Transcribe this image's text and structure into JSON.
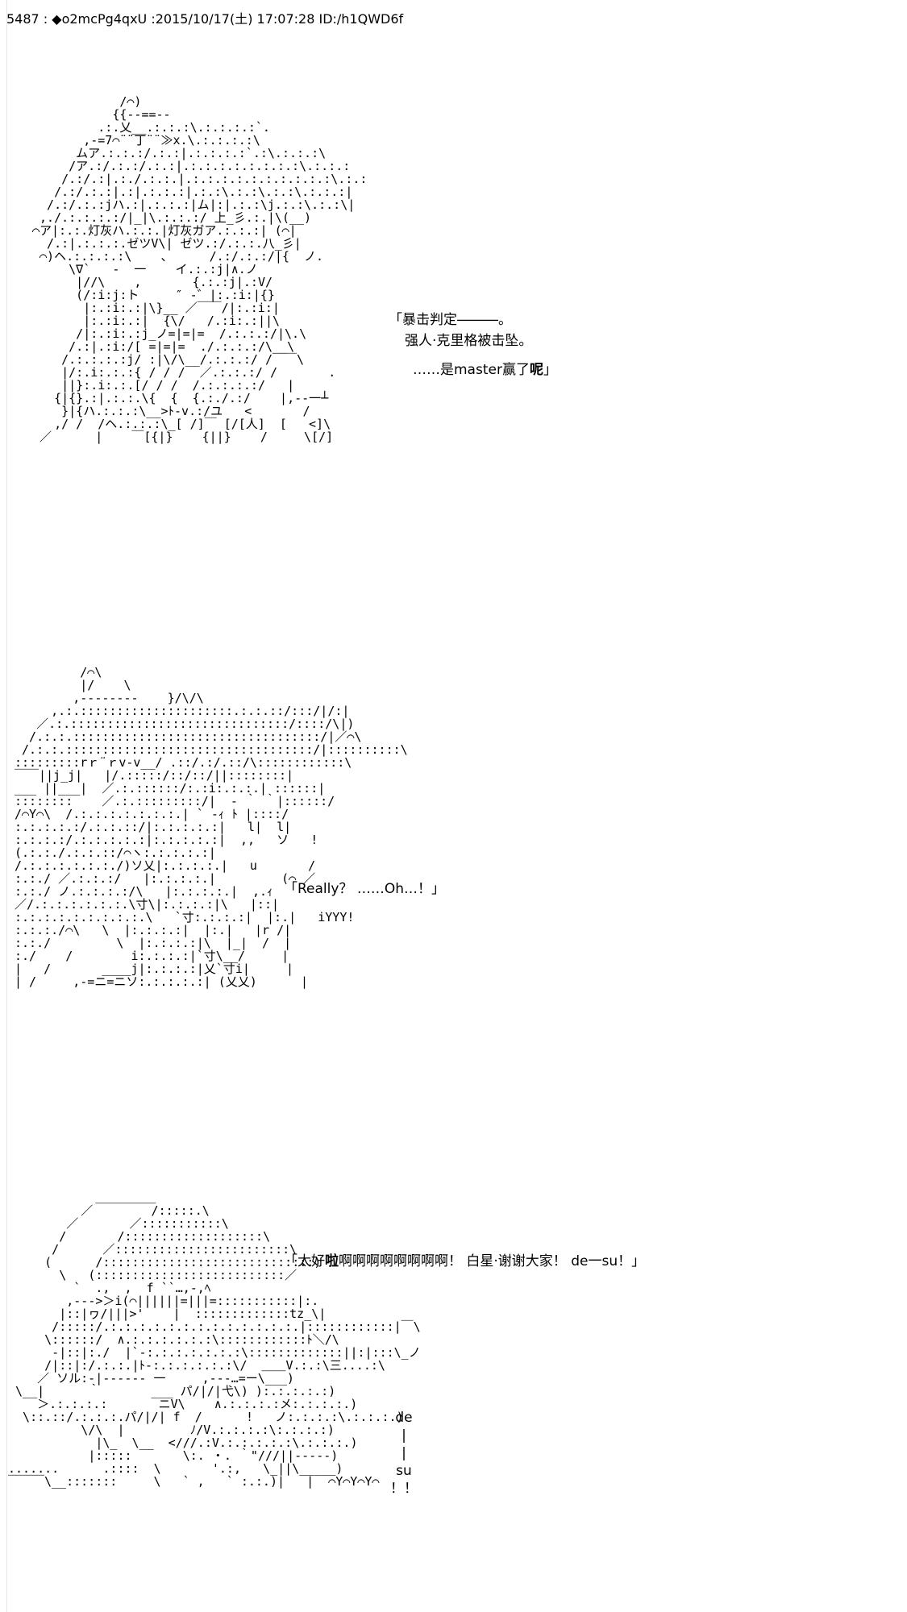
{
  "post": {
    "header": "5487 : ◆o2mcPg4qxU :2015/10/17(土) 17:07:28 ID:/h1QWD6f"
  },
  "panels": [
    {
      "art": "            /⌒)\n           {{--==-‐\n         .:.乂__.:.:.:\\.:.:.:.:`.\n       ,-=7⌒¨¨丁¨¨≫x.\\.:.:.:.:\\\n      ムア.:.:.:/.:.:|.:.:.:.:`.:\\.:.:.:\\\n     /ア.:/.:.:/.:.:|.:.:.:.:.:.:.:.:\\.:.:.:\n    /.:/.:|.:./.:.:.|.:.:.:.:.:.:.:.:.:.:\\.:.:\n   /.:/.:.:|.:|.:.:.:|.:.:\\.:.:\\.:.:\\.:.:.:|\n  /.:/.:.:jハ.:|.:.:.:|ム|:|.:.:\\j.:.:\\.:.:\\|\n ,./.:.:.:.:/|_|\\.:.:.:/ 上_彡.:.|\\(__)\n⌒ア|:.:.灯灰ハ.:.:.|灯灰ガア.:.:.:| (⌒|\n  /.:|.:.:.:.ゼツV\\| ゼツ.:/.:.:.八_彡|\n ⌒)ヘ.:.:.:.:\\    、     /.:/.:.:/|{  ノ.\n     \\∇`   ‐  一    イ.:.:j|∧.ノ\n      |//\\    ,       {.:.:j|.:V/\n      (/:i:j:ト     ″ ‐゛|:.:i:|{}\n       |:.:i:.:|\\}__ ／￣￣/|:.:i:|\n       |:.:i:.:|  {\\/   /.:i:.:||\\\n      /|:.:i:.:j_ノ=|=|=  /.:.:.:/|\\.\\\n     /.:|.:i:/[ =|=|=  ./.:.:.:/\\__\\\n    /.:.:.:.:j/ :|\\/\\__/.:.:.:/ /￣￣\\\n    |/:.i:.:.:{ / / /  ／.:.:.:/ /       .\n    ||}:.i:.:.[/ / /  /.:.:.:.:/   |\n   {|{}.:|.:.:.\\{  {  {.:./.:/    |,-‐一┴\n    }|{ハ.:.:.:\\__>ﾄ-v.:/ユ   <       /\n   ,/ /  /ヘ.:.:.:\\_[ /]￣ [/[人]  [   <]\\\n ／      |    ￣[{|}    {||}    /     \\[/]",
      "dialog": [
        "「暴击判定―――。",
        "强人·克里格被击坠。",
        "……是master赢了",
        "呢",
        "」"
      ]
    },
    {
      "art": "         /⌒\\\n         |/    \\\n        ,-‐‐‐‐‐‐‐    }/\\/\\\n     ,.:.:::::::::::::::::::::.:.:.::/:::/|/:|\n   ／.:.::::::::::::::::::::::::::::::/::::/\\|)\n  /.:.:.::::::::::::::::::::::::::::::::::/|／⌒\\\n /.:.:.::::::::::::::::::::::::::::::::::/|::::::::::\\\n:::::::::rｒ¨ｒv-v__/ .::/.:/.::/\\::::::::::::\\\n￣￣||j_j|   |/.:::::/::/::/||::::::::|\n___ ||___|  ／.:.::::::/:.:i:.:.:.| ::::::|\n::::::::    ／.:.:::::::::/|  ‐ ｀ ｀|::::::/\n/⌒Y⌒\\  /.:.:.:.:.:.:.:.| ` ‐ｨ ﾄ |::::/\n:.:.:.:.:/.:.:.::/|:.:.:.:.:|   l|  l|\n:.:.:.:/.:.:.:.:.:|:.:.:.:.:|  ,,   ソ   !\n(.:.:./.:.:.::/⌒ヽ:.:.:.:.:|\n/.:.:.:.:.:.:./)ソ乂|:.:.:.:.|   u       /\n:.:./ ／.:.:.:/   |:.:.:.:.|         (⌒ ／\n:.:./ ノ.:.:.:.:/\\   |:.:.:.:.|  ,.ｨ\n／/.:.:.:.:.:.:.\\寸\\|:.:.:.:|\\   |::|\n:.:.:.:.:.:.:.:.:.\\   `寸:.:.:.:|  |:.|   iYYY!\n:.:.:./⌒\\   \\  |:.:.:.:|  |:.|   |r /|\n:.:./         \\  |:.:.:.:|\\  |_|  /  |\n:./    /        i:.:.:.:|`寸\\__/     |\n|   /       ____j|:.:.:.:|乂`寸i|     |\n| /     ,-=ニ=ニソ:.:.:.:.:| (乂乂)      |",
      "dialog": [
        "「Really？ ……Oh…！」"
      ]
    },
    {
      "art": "            ＿＿＿＿＿\n          ／        /:::::.\\\n        ／       ／:::::::::::\\\n       /       /:::::::::::::::::::\\\n      /      ／::::::::::::::::::::::::\\\n     (      /:::::::::::::::::::::::::::::)\n       \\   (::::::::::::::::::::::::::／\n         `  .,  ,  f ``…,-,ﾍ\n        ,-‐‐>＞i(⌒||||||=|||=:::::::::::|:.\n       |::|ヮ/|||>'    |  :::::::::::::tz_\\|\n      /:::::/.:.:.:.:.:.:.:.:.:.:.:.:.:.|::::::::::::|￣\\\n     \\::::::/  ∧.:.:.:.:.:.:\\::::::::::::ﾄ＼/\\\n      -|::|:./  |`‐:.:.:.:.:.:.:\\:::::::::::::||:|:::\\_ノ\n     /|::|:/.:.:.|ﾄ‐:.:.:.:.:.:\\/  ＿＿V.:.:\\三....:\\\n    ／ ソル:-|-‐‐‐‐‐ 一     ,---…=ー\\___)\n \\__|      ｀       ___ パ/|/|弋\\) ):.:.:.:.:)\n    ＞.:.:.:.:       ニV\\    ∧.:.:.:.:メ:.:.:.:.)\n  \\::.::/.:.:.:.パ/|/| f  /      !   ノ:.:.:.:\\.:.:.:.)\n          \\/\\  |         ﾉ/V.:.:.:.:\\:.:.:.:)\n            |\\_  \\__  <///.:V.:.:.:.:.:\\.:.:.:.)\n           |:::::       \\:. ・. ｀\"///||‐‐‐‐‐)\n.......      .::::  \\       '.:,   \\_||\\_____)\n￣￣￣\\__:::::::     \\   ` ,   ` :.:.)|   |  ⌒Y⌒Y⌒Y⌒",
      "dialog": [
        "「太好",
        "啦",
        "啊啊啊啊啊啊啊啊！ 白星·谢谢大家！ de一su！」"
      ],
      "side": "de\n|\n|\nsu\n！！"
    }
  ]
}
